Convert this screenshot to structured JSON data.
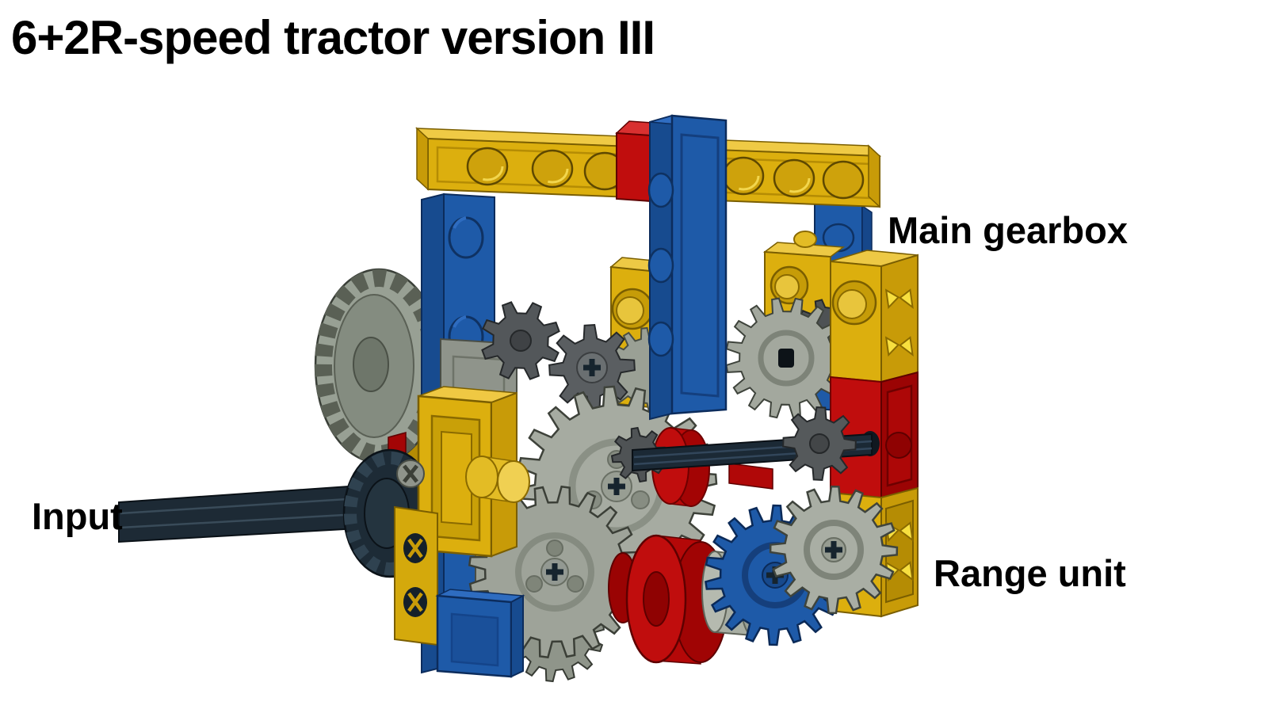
{
  "title": "6+2R-speed tractor version III",
  "labels": {
    "main_gearbox": "Main gearbox",
    "input": "Input",
    "range_unit": "Range unit"
  },
  "colors": {
    "background": "#FFFFFF",
    "text": "#000000",
    "lego_yellow": "#DCAF0E",
    "lego_yellow_light": "#EFCA45",
    "lego_yellow_dark": "#C89B08",
    "lego_blue": "#1E5AA8",
    "lego_blue_dark": "#174B8F",
    "lego_red": "#C00D0D",
    "lego_red_dark": "#9B0404",
    "lego_gray": "#A6ABA1",
    "lego_gray_dark": "#55595B",
    "lego_black_navy": "#1B2935"
  }
}
